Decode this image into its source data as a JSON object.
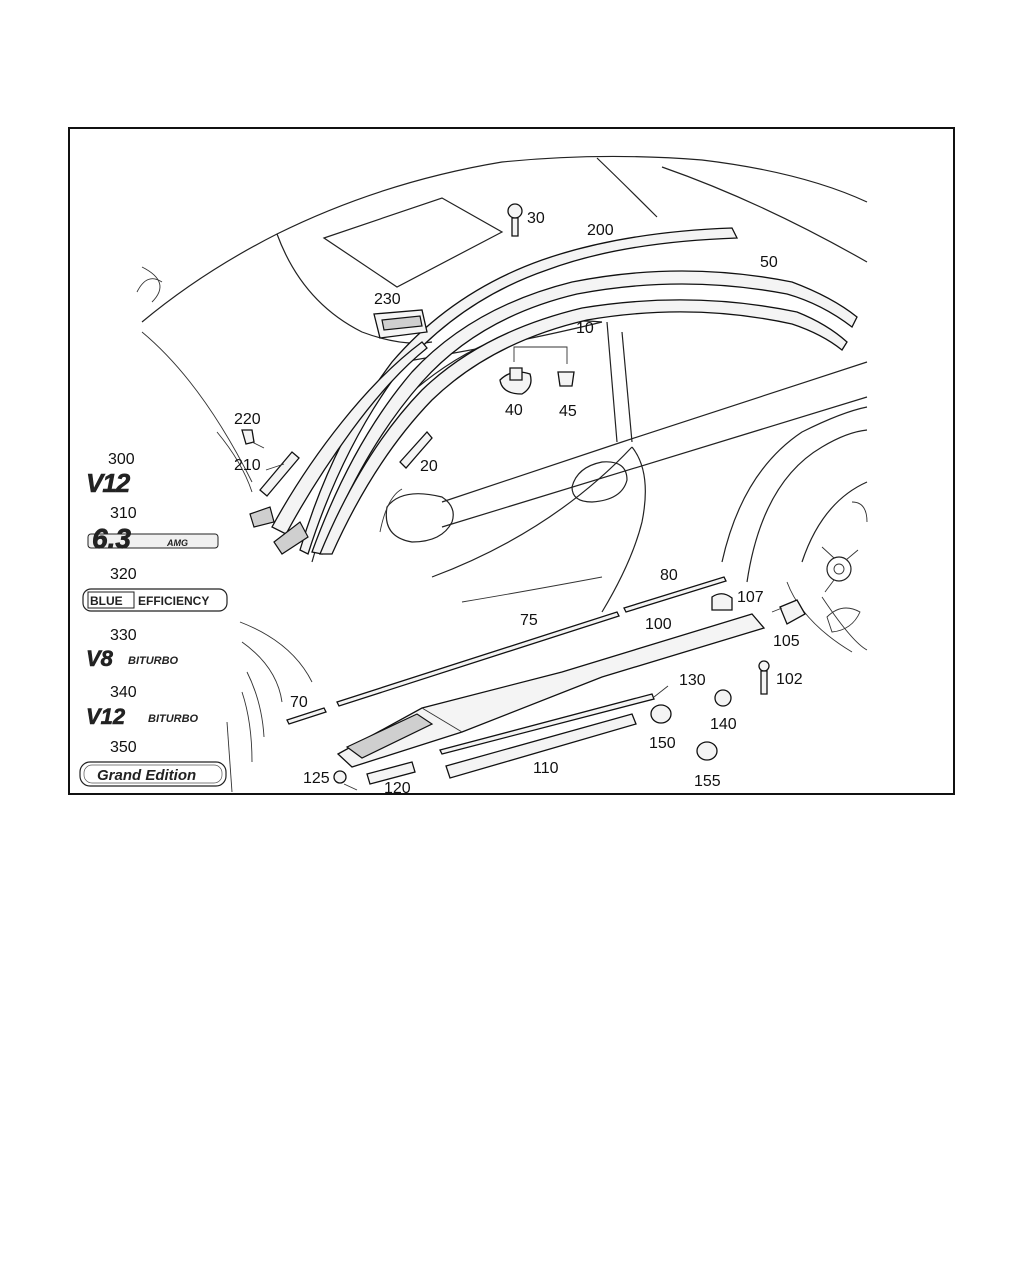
{
  "diagram": {
    "callouts": {
      "c10": "10",
      "c20": "20",
      "c30": "30",
      "c40": "40",
      "c45": "45",
      "c50": "50",
      "c70": "70",
      "c75": "75",
      "c80": "80",
      "c100": "100",
      "c102": "102",
      "c105": "105",
      "c107": "107",
      "c110": "110",
      "c120": "120",
      "c125": "125",
      "c130": "130",
      "c140": "140",
      "c150": "150",
      "c155": "155",
      "c200": "200",
      "c210": "210",
      "c220": "220",
      "c230": "230",
      "c300": "300",
      "c310": "310",
      "c320": "320",
      "c330": "330",
      "c340": "340",
      "c350": "350"
    },
    "badges": {
      "v12": "V12",
      "amg63": "6.3",
      "amg63_small": "AMG",
      "blue": "BLUE",
      "efficiency": "EFFICIENCY",
      "v8": "V8",
      "v8_biturbo": "BITURBO",
      "v12b": "V12",
      "v12_biturbo": "BITURBO",
      "grand_edition": "Grand Edition"
    }
  }
}
